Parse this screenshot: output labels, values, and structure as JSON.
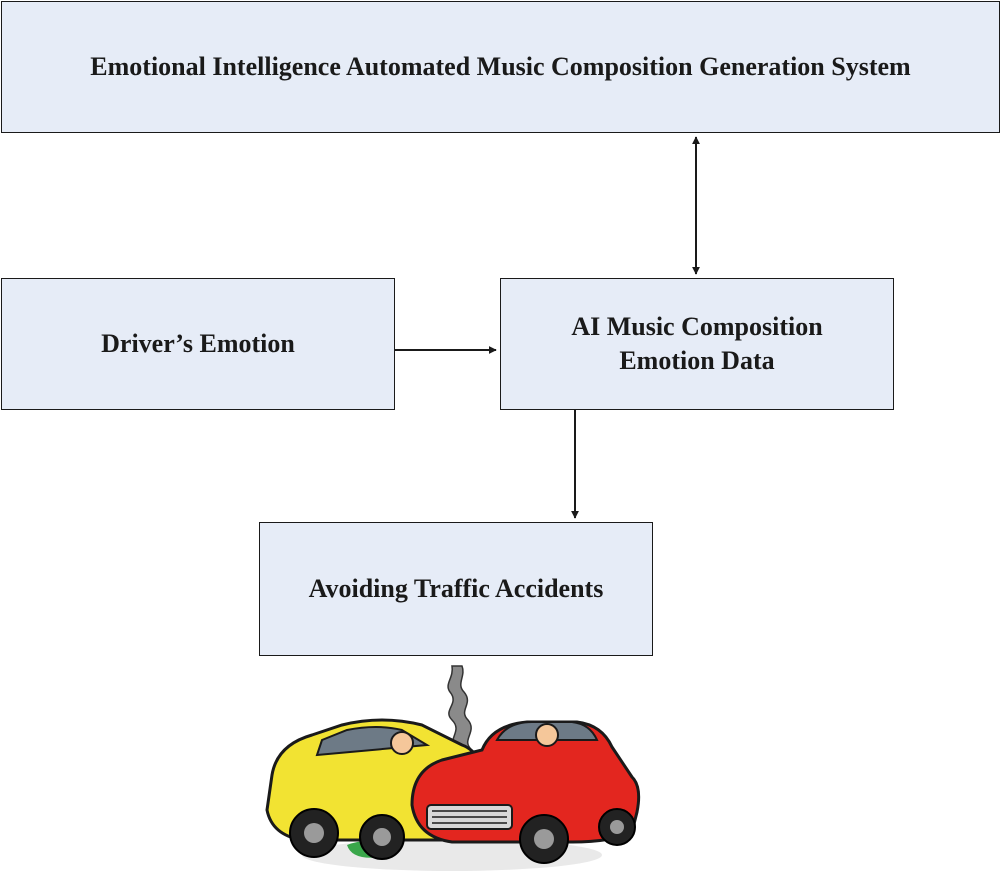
{
  "colors": {
    "box_fill": "#e6ecf7",
    "border": "#1a1a1a",
    "arrow": "#1a1a1a",
    "yellow_car": "#f2e332",
    "red_car": "#e3261f"
  },
  "nodes": {
    "system": {
      "label": "Emotional Intelligence Automated Music Composition Generation System"
    },
    "driver": {
      "label": "Driver’s Emotion"
    },
    "ai": {
      "line1": "AI Music Composition",
      "line2": "Emotion Data"
    },
    "avoid": {
      "label": "Avoiding Traffic Accidents"
    }
  },
  "edges": [
    {
      "from": "system",
      "to": "ai",
      "direction": "both"
    },
    {
      "from": "driver",
      "to": "ai",
      "direction": "forward"
    },
    {
      "from": "ai",
      "to": "avoid",
      "direction": "forward"
    }
  ],
  "illustration": {
    "icon": "car-crash-icon"
  }
}
